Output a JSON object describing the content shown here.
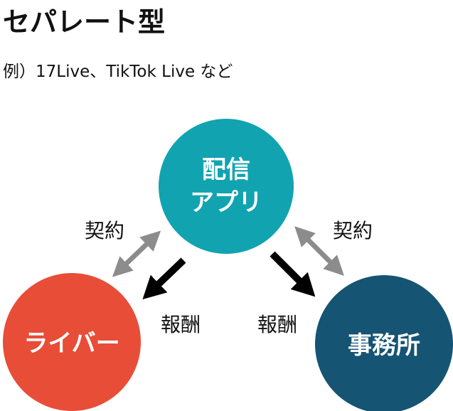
{
  "title": "セパレート型",
  "subtitle": "例）17Live、TikTok Live など",
  "nodes": {
    "app_line1": "配信",
    "app_line2": "アプリ",
    "liver": "ライバー",
    "agency": "事務所"
  },
  "labels": {
    "contract_left": "契約",
    "contract_right": "契約",
    "reward_left": "報酬",
    "reward_right": "報酬"
  },
  "colors": {
    "app": "#12a3b1",
    "liver": "#e84d37",
    "agency": "#155473",
    "contract_arrow": "#8c8c8c",
    "reward_arrow": "#000000"
  }
}
